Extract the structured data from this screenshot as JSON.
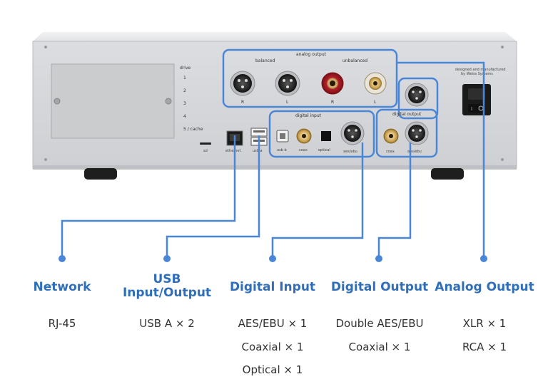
{
  "panel": {
    "drive_header": "drive",
    "drive_slots": [
      "1",
      "2",
      "3",
      "4",
      "5 / cache"
    ],
    "analog_output_label": "analog output",
    "balanced_label": "balanced",
    "unbalanced_label": "unbalanced",
    "channel_labels": [
      "R",
      "L",
      "R",
      "L"
    ],
    "digital_input_label": "digital input",
    "digital_output_label": "digital output",
    "sd_label": "sd",
    "ethernet_label": "ethernet",
    "usb_a_label": "usb a",
    "usb_b_label": "usb b",
    "coax_label": "coax",
    "optical_label": "optical",
    "aes_ebu_label": "aes/ebu",
    "out_coax_label": "coax",
    "out_aes_label": "aes/ebu",
    "maker_line1": "designed and manufactured",
    "maker_line2": "by Weiss Systems"
  },
  "colors": {
    "accent": "#4a86d8",
    "heading": "#2f6fba",
    "chassis": "#d9dadc"
  },
  "columns": [
    {
      "title": "Network",
      "specs": [
        "RJ-45"
      ]
    },
    {
      "title_line1": "USB",
      "title_line2": "Input/Output",
      "specs": [
        "USB A × 2"
      ]
    },
    {
      "title": "Digital Input",
      "specs": [
        "AES/EBU × 1",
        "Coaxial × 1",
        "Optical × 1"
      ]
    },
    {
      "title": "Digital Output",
      "specs": [
        "Double AES/EBU",
        "Coaxial × 1"
      ]
    },
    {
      "title": "Analog Output",
      "specs": [
        "XLR × 1",
        "RCA × 1"
      ]
    }
  ]
}
